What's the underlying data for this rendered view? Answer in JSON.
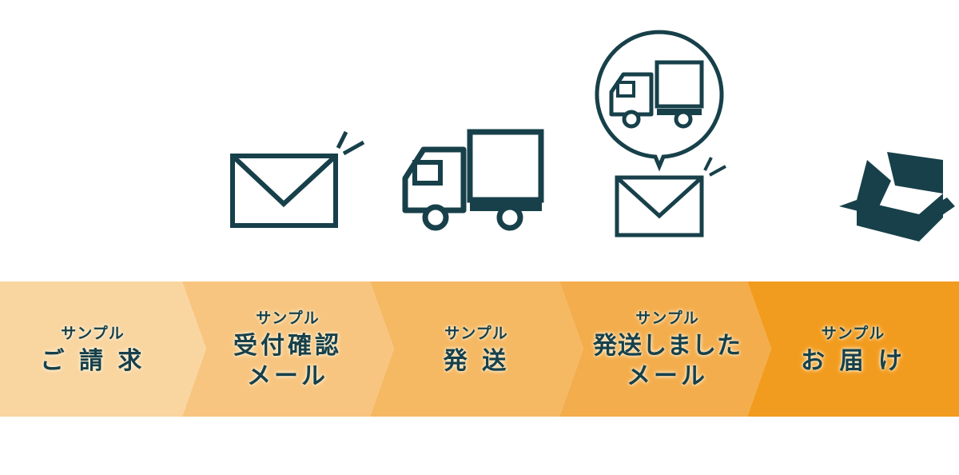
{
  "colors": {
    "text": "#17404a",
    "icon": "#17404a",
    "step1": "#f9d5a0",
    "step2": "#f7c57f",
    "step3": "#f5b863",
    "step4": "#f3ad4c",
    "step5": "#f29c1f"
  },
  "steps": [
    {
      "sub": "サンプル",
      "main": [
        "ご 請 求"
      ],
      "icon": "none"
    },
    {
      "sub": "サンプル",
      "main": [
        "受付確認",
        "メール"
      ],
      "icon": "envelope-icon"
    },
    {
      "sub": "サンプル",
      "main": [
        "発 送"
      ],
      "icon": "truck-icon"
    },
    {
      "sub": "サンプル",
      "main": [
        "発送しました",
        "メール"
      ],
      "icon": "envelope-truck-bubble-icon"
    },
    {
      "sub": "サンプル",
      "main": [
        "お 届 け"
      ],
      "icon": "open-box-icon"
    }
  ]
}
